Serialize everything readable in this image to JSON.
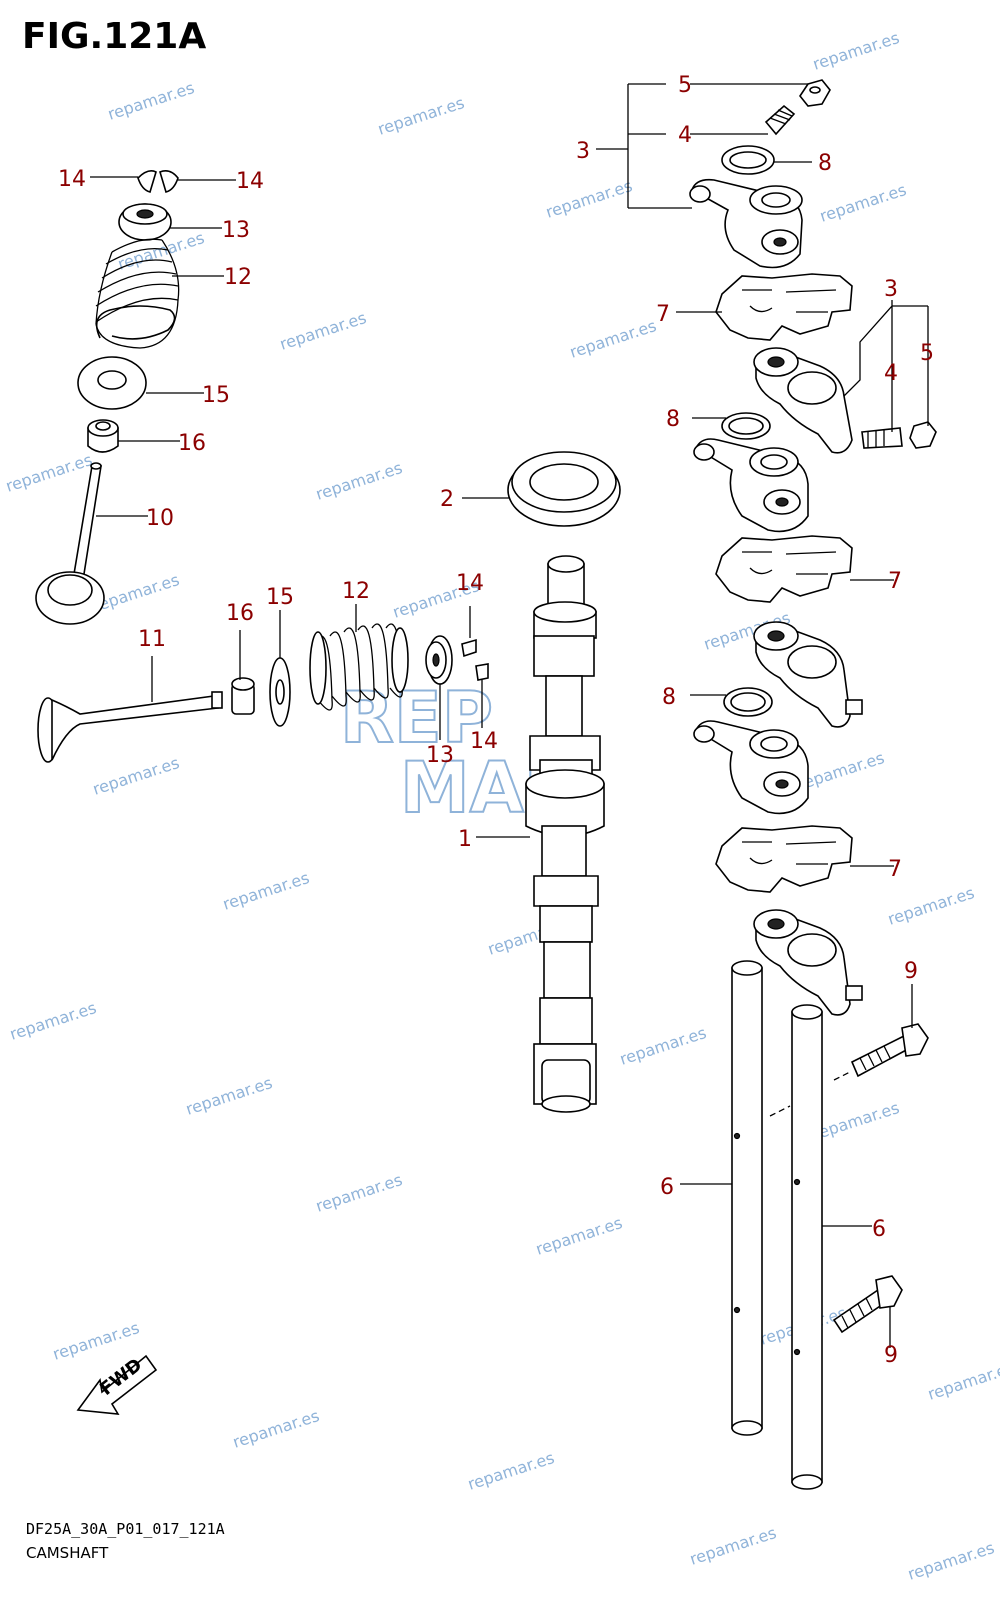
{
  "figure": {
    "title": "FIG.121A",
    "code": "DF25A_30A_P01_017_121A",
    "caption": "CAMSHAFT",
    "fwd_label": "FWD",
    "logo_lines": [
      "REP",
      "MAR"
    ]
  },
  "watermark": {
    "text": "repamar.es"
  },
  "callouts": [
    {
      "id": "c5a",
      "label": "5"
    },
    {
      "id": "c4a",
      "label": "4"
    },
    {
      "id": "c3a",
      "label": "3"
    },
    {
      "id": "c8a",
      "label": "8"
    },
    {
      "id": "c14a",
      "label": "14"
    },
    {
      "id": "c14b",
      "label": "14"
    },
    {
      "id": "c13a",
      "label": "13"
    },
    {
      "id": "c12a",
      "label": "12"
    },
    {
      "id": "c15a",
      "label": "15"
    },
    {
      "id": "c16a",
      "label": "16"
    },
    {
      "id": "c10a",
      "label": "10"
    },
    {
      "id": "c2a",
      "label": "2"
    },
    {
      "id": "c7a",
      "label": "7"
    },
    {
      "id": "c3b",
      "label": "3"
    },
    {
      "id": "c5b",
      "label": "5"
    },
    {
      "id": "c4b",
      "label": "4"
    },
    {
      "id": "c8b",
      "label": "8"
    },
    {
      "id": "c7b",
      "label": "7"
    },
    {
      "id": "c11a",
      "label": "11"
    },
    {
      "id": "c16b",
      "label": "16"
    },
    {
      "id": "c15b",
      "label": "15"
    },
    {
      "id": "c12b",
      "label": "12"
    },
    {
      "id": "c14c",
      "label": "14"
    },
    {
      "id": "c13b",
      "label": "13"
    },
    {
      "id": "c14d",
      "label": "14"
    },
    {
      "id": "c8c",
      "label": "8"
    },
    {
      "id": "c1a",
      "label": "1"
    },
    {
      "id": "c7c",
      "label": "7"
    },
    {
      "id": "c9a",
      "label": "9"
    },
    {
      "id": "c6a",
      "label": "6"
    },
    {
      "id": "c6b",
      "label": "6"
    },
    {
      "id": "c9b",
      "label": "9"
    }
  ]
}
